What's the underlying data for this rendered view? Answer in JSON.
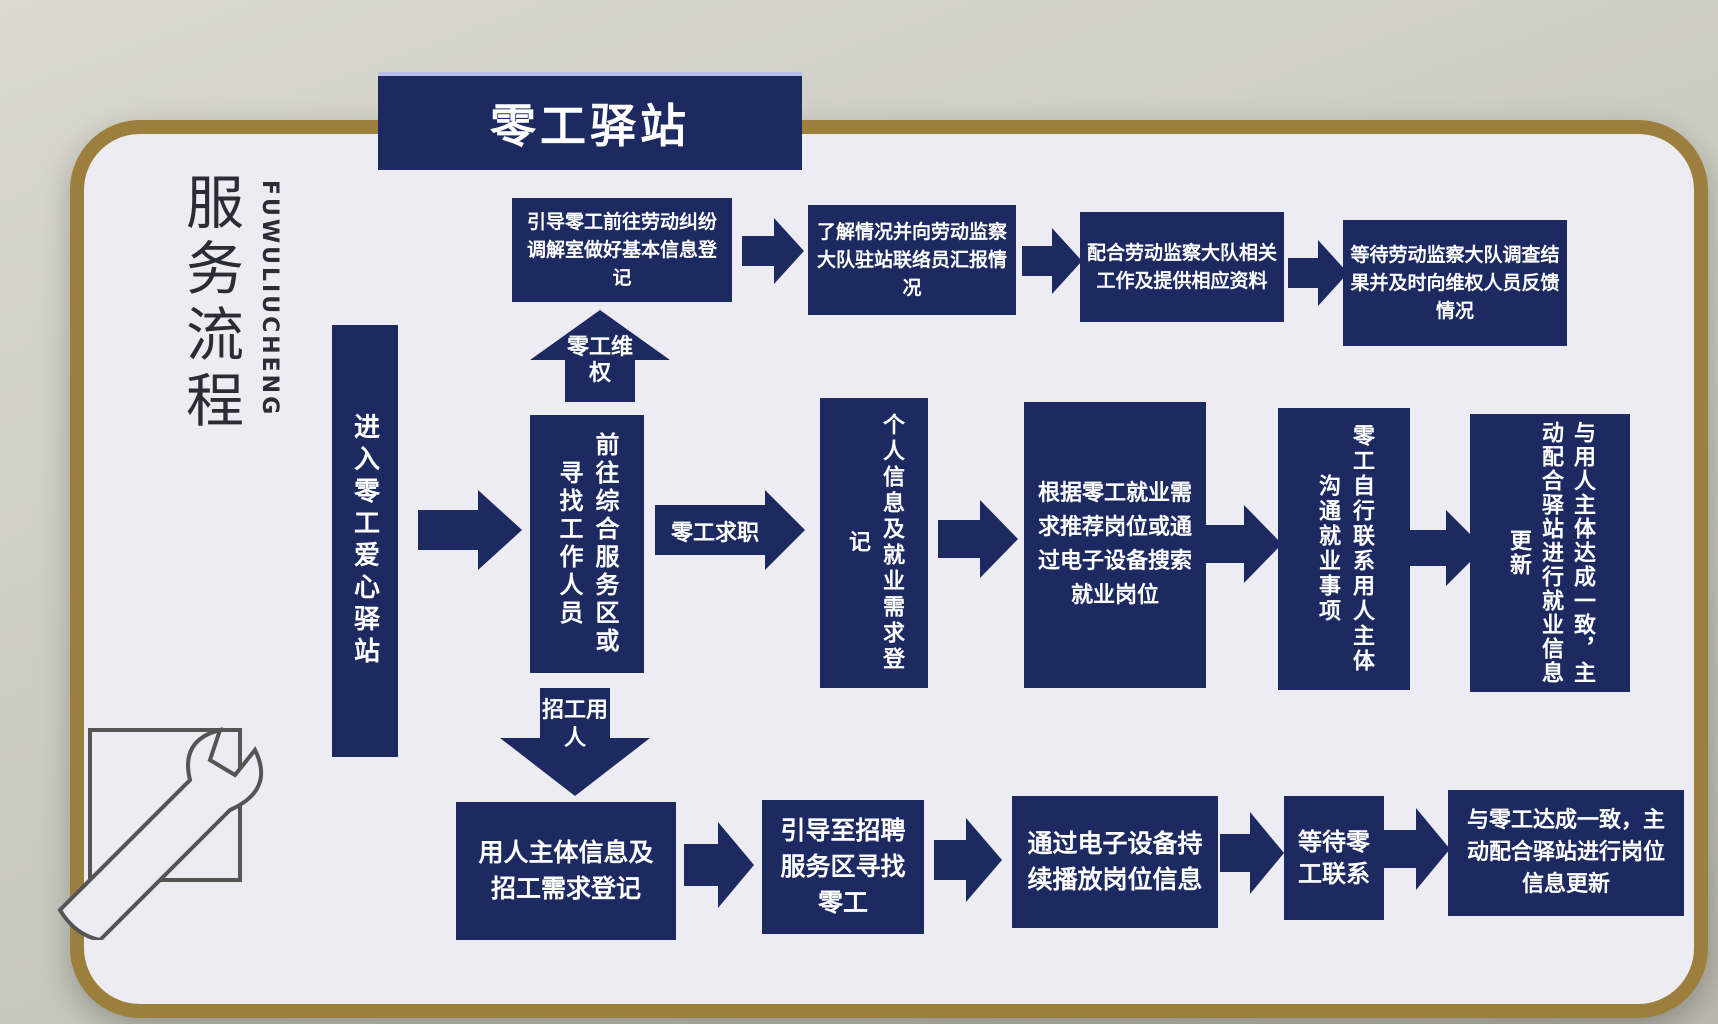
{
  "title": "零工驿站",
  "section": {
    "cn": "服务流程",
    "en": "FUWULIUCHENG"
  },
  "entry": "进入零工爱心驿站",
  "hub": "前往综合服务区或寻找工作人员",
  "branch_labels": {
    "rights": "零工维权",
    "job": "零工求职",
    "hire": "招工用人"
  },
  "top_row": [
    "引导零工前往劳动纠纷调解室做好基本信息登记",
    "了解情况并向劳动监察大队驻站联络员汇报情况",
    "配合劳动监察大队相关工作及提供相应资料",
    "等待劳动监察大队调查结果并及时向维权人员反馈情况"
  ],
  "middle_row": [
    "个人信息及就业需求登记",
    "根据零工就业需求推荐岗位或通过电子设备搜索就业岗位",
    "零工自行联系用人主体沟通就业事项",
    "与用人主体达成一致，主动配合驿站进行就业信息更新"
  ],
  "bottom_row": [
    "用人主体信息及招工需求登记",
    "引导至招聘服务区寻找零工",
    "通过电子设备持续播放岗位信息",
    "等待零工联系",
    "与零工达成一致，主动配合驿站进行岗位信息更新"
  ],
  "colors": {
    "navy": "#1d2a62",
    "gold": "#9c7f3c",
    "board": "#ececf2"
  },
  "icons": [
    "wrench-icon",
    "arrow-right-icon",
    "arrow-up-icon",
    "arrow-down-icon"
  ]
}
